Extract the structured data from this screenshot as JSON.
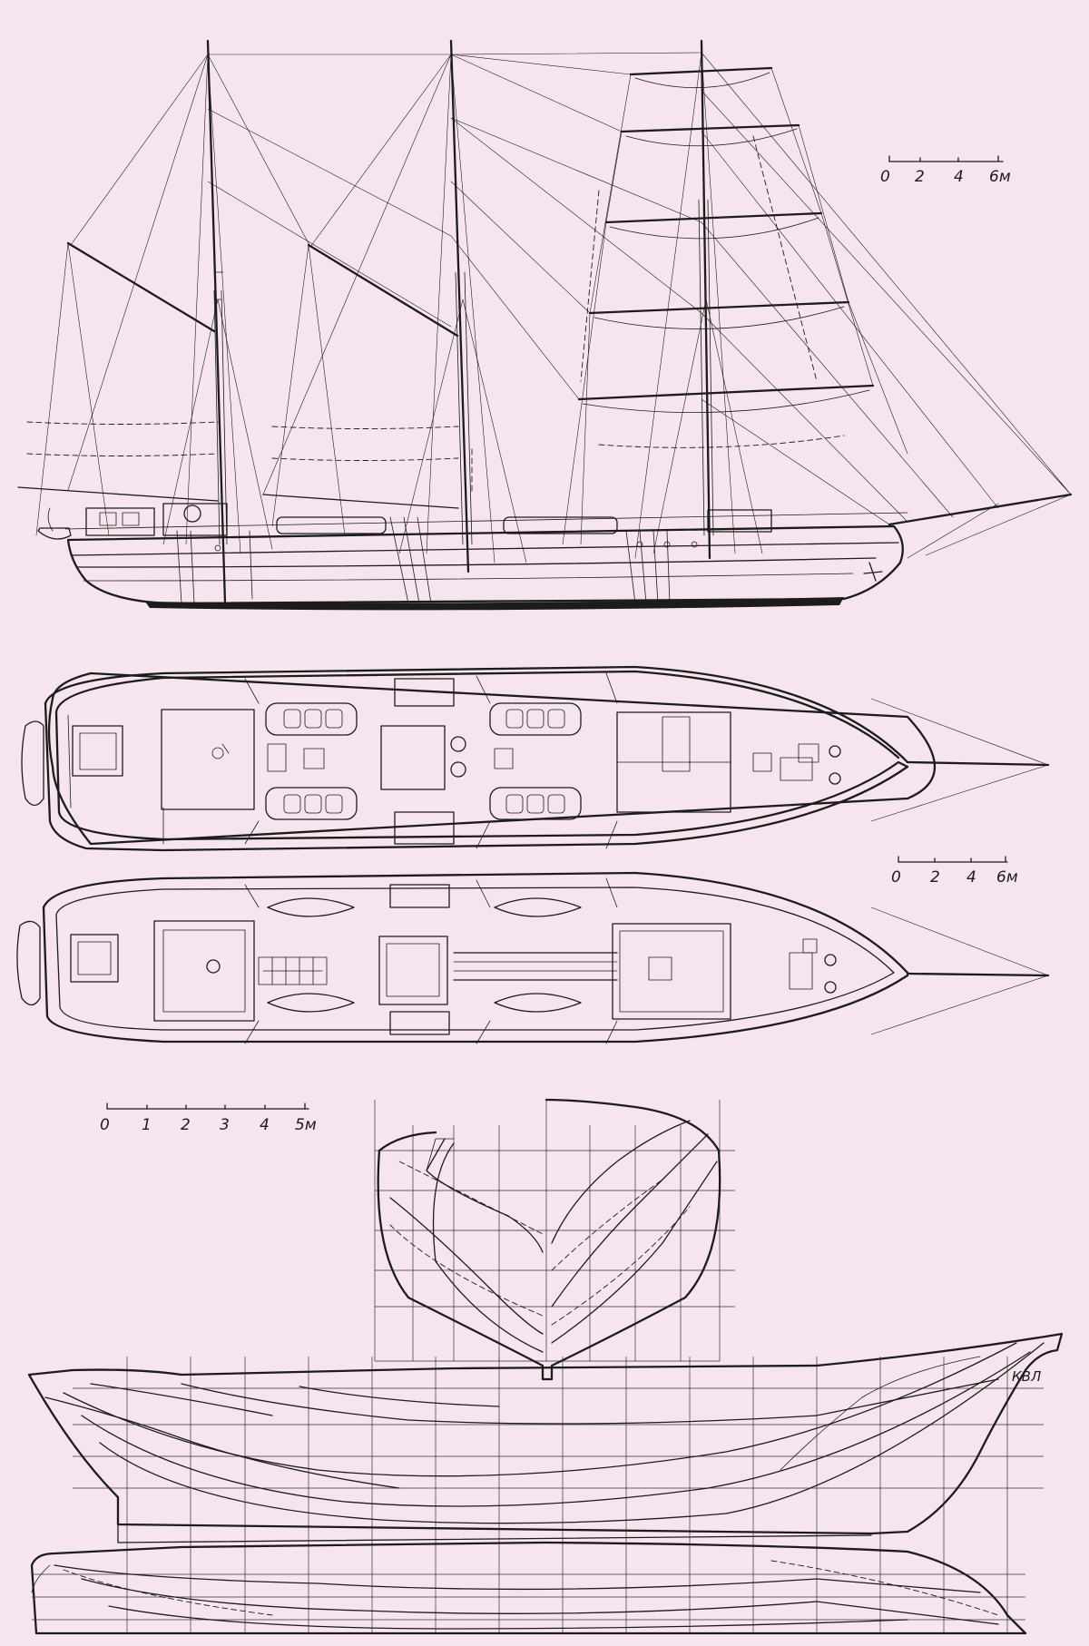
{
  "scales": {
    "top": {
      "ticks": [
        "0",
        "2",
        "4",
        "6м"
      ]
    },
    "middle": {
      "ticks": [
        "0",
        "2",
        "4",
        "6м"
      ]
    },
    "lines": {
      "ticks": [
        "0",
        "1",
        "2",
        "3",
        "4",
        "5м"
      ]
    }
  },
  "annotations": {
    "waterline": "КВЛ"
  },
  "colors": {
    "paper": "#f6e5ee",
    "ink": "#1c1c1c"
  }
}
